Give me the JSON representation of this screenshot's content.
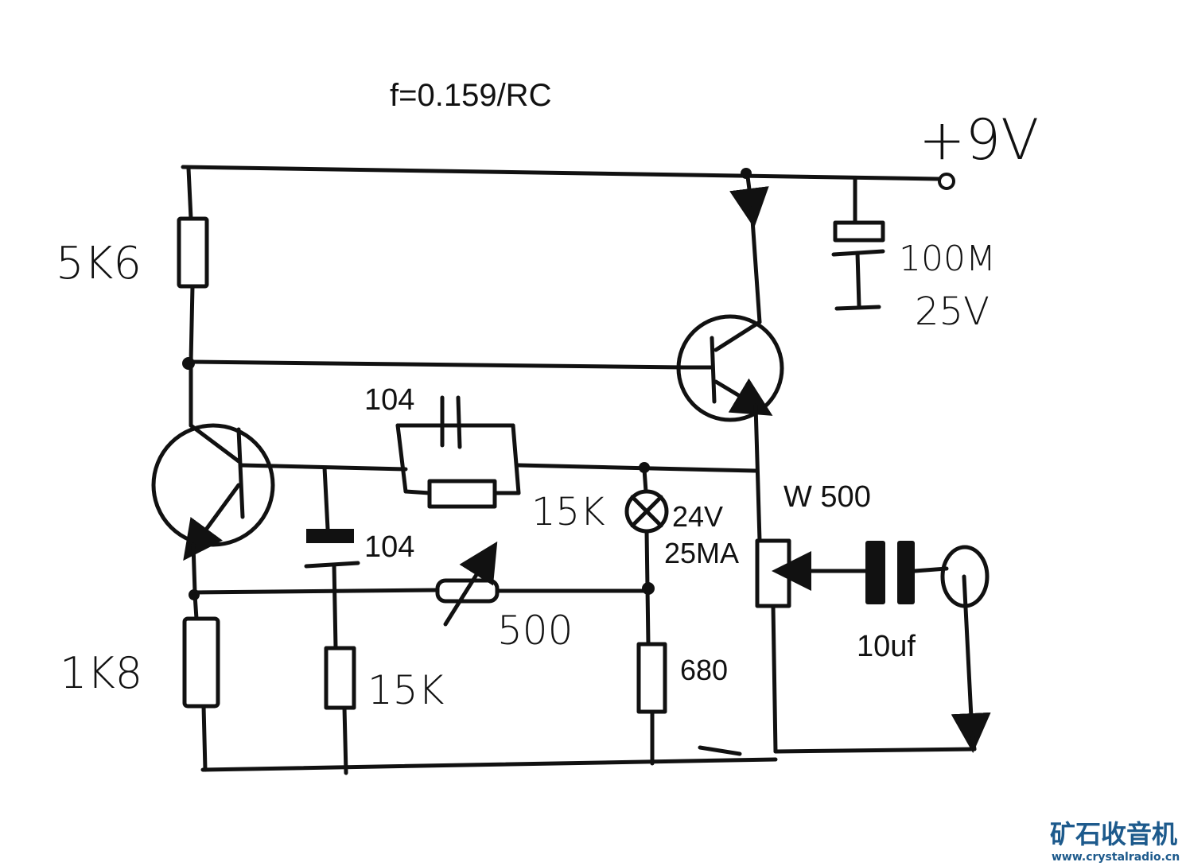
{
  "formula": "f=0.159/RC",
  "supply": {
    "label": "+9V"
  },
  "caps": {
    "electrolytic_value": "100M",
    "electrolytic_voltage": "25V",
    "feedback_cap": "104",
    "shunt_cap": "104",
    "output_cap": "10uf"
  },
  "resistors": {
    "r_top": "5K6",
    "r_bottom_left": "1K8",
    "r_feedback": "15K",
    "r_shunt": "15K",
    "r_emitter": "680",
    "trimmer": "500",
    "pot": "W 500"
  },
  "lamp": {
    "voltage": "24V",
    "current": "25MA"
  },
  "watermark": {
    "brand": "矿石收音机",
    "url": "www.crystalradio.cn"
  },
  "colors": {
    "formula": "#d8201f",
    "ink": "#111111",
    "brand": "#1d5a8c"
  }
}
